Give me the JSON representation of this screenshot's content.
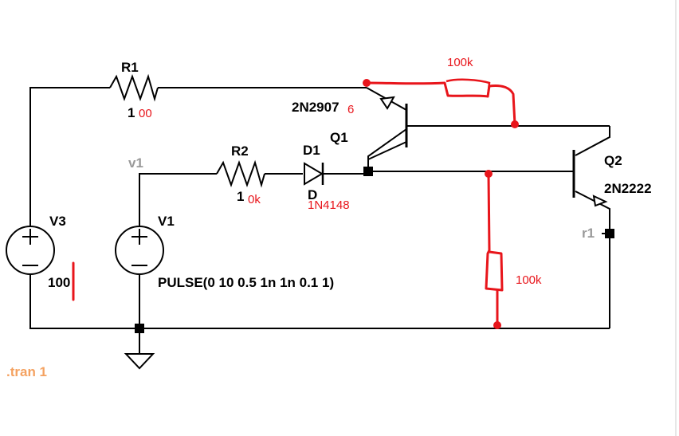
{
  "components": {
    "r1": {
      "name": "R1",
      "value_prefix": "1",
      "value_suffix": "00"
    },
    "r2": {
      "name": "R2",
      "value_prefix": "1",
      "value_suffix": "0k"
    },
    "d1": {
      "name": "D1",
      "model": "D",
      "part": "1N4148"
    },
    "q1": {
      "name": "Q1",
      "model": "2N2907",
      "model_suffix": "6"
    },
    "q2": {
      "name": "Q2",
      "model": "2N2222"
    },
    "v1": {
      "name": "V1",
      "value": "PULSE(0 10 0.5 1n 1n 0.1 1)"
    },
    "v3": {
      "name": "V3",
      "value": "100"
    }
  },
  "net_labels": {
    "v1": "v1",
    "r1": "r1"
  },
  "annotations": {
    "top_resistor": "100k",
    "right_resistor": "100k"
  },
  "directive": ".tran 1",
  "colors": {
    "wire": "#000000",
    "annotation": "#e8151b",
    "net_label": "#9a9a9a",
    "directive": "#f4a261"
  }
}
